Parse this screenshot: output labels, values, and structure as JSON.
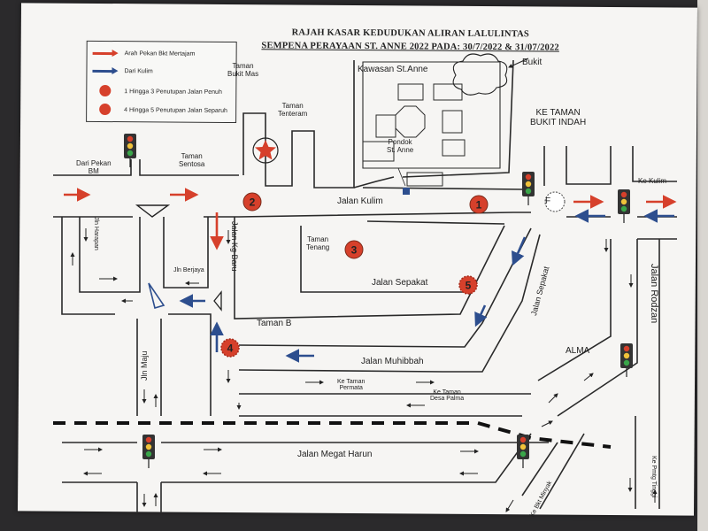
{
  "title": {
    "line1": "RAJAH KASAR KEDUDUKAN ALIRAN LALULINTAS",
    "line2": "SEMPENA PERAYAAN ST. ANNE 2022 PADA: 30/7/2022 & 31/07/2022"
  },
  "legend": {
    "items": [
      {
        "label": "Arah Pekan Bkt Mertajam",
        "symbol": "red-arrow-icon"
      },
      {
        "label": "Dari Kulim",
        "symbol": "blue-arrow-icon"
      },
      {
        "label": "1 Hingga 3 Penutupan Jalan Penuh",
        "symbol": "red-dot-icon"
      },
      {
        "label": "4 Hingga 5 Penutupan Jalan Separuh",
        "symbol": "red-dot-icon"
      }
    ]
  },
  "colors": {
    "red_arrow": "#d6402b",
    "blue_arrow": "#2d4e8e",
    "closure": "#d6402b",
    "road_line": "#2a2a2a",
    "paper": "#f6f5f3"
  },
  "places": {
    "taman_bukit_mas": "Taman\nBukit Mas",
    "taman_tenteram": "Taman\nTenteram",
    "kawasan_st_anne": "Kawasan St.Anne",
    "bukit": "Bukit",
    "pondok_st_anne": "Pondok\nSt. Anne",
    "ke_taman_bukit_indah": "KE TAMAN\nBUKIT INDAH",
    "taman_sentosa": "Taman\nSentosa",
    "dari_pekan_bm": "Dari Pekan\nBM",
    "ke_kulim": "Ke Kulim",
    "taman_tenang": "Taman\nTenang",
    "taman_b": "Taman B",
    "alma": "ALMA",
    "ke_taman_permata": "Ke Taman\nPermata",
    "ke_taman_desa_palma": "Ke Taman\nDesa Palma",
    "ke_bkt_minyak": "Ke Bkt Minyak",
    "ke_pmtg_tinggi": "Ke Pmtg Tinggi",
    "f_marker": "F"
  },
  "roads": {
    "jalan_kulim": "Jalan Kulim",
    "jalan_kg_baru": "Jalan Kg Baru",
    "jalan_sepakat_h": "Jalan Sepakat",
    "jalan_sepakat_v": "Jalan Sepakat",
    "jalan_muhibbah": "Jalan Muhibbah",
    "jalan_rodzan": "Jalan Rodzan",
    "jln_harapan": "Jln Harapan",
    "jln_berjaya": "Jln Berjaya",
    "jln_maju": "Jln Maju",
    "jalan_megat_harun": "Jalan Megat Harun"
  },
  "closures": [
    {
      "number": "1",
      "type": "full"
    },
    {
      "number": "2",
      "type": "full"
    },
    {
      "number": "3",
      "type": "full"
    },
    {
      "number": "4",
      "type": "partial"
    },
    {
      "number": "5",
      "type": "partial"
    }
  ]
}
